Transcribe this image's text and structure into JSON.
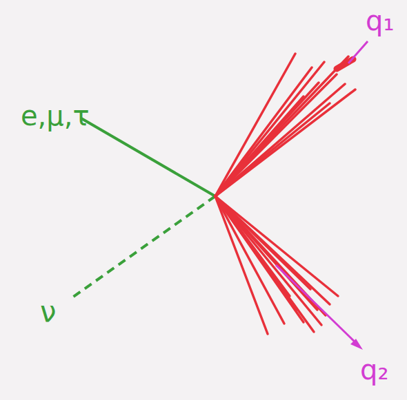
{
  "diagram": {
    "labels": [
      "e,μ,τ",
      "ν",
      "q₁",
      "q₂"
    ]
  }
}
